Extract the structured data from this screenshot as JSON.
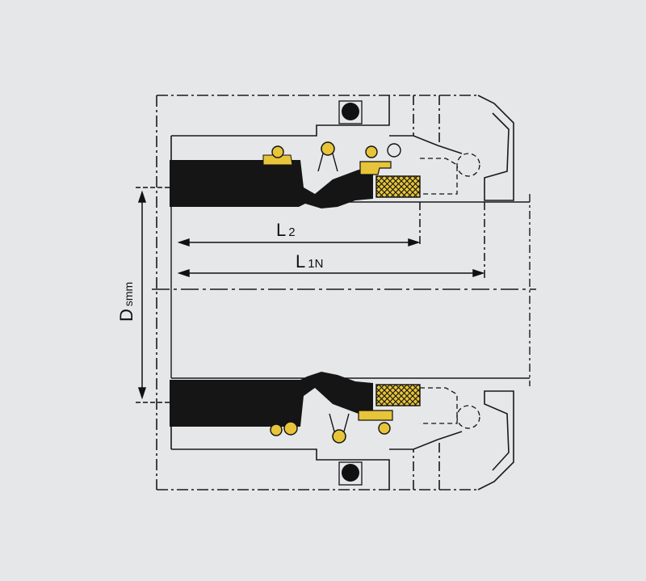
{
  "labels": {
    "l2": "L",
    "l2_sub": "2",
    "l1n": "L",
    "l1n_sub": "1N",
    "ds": "D",
    "ds_sub": "smm"
  },
  "colors": {
    "background": "#e6e7e9",
    "ink": "#111111",
    "rubber": "#151515",
    "brass": "#e7c43a",
    "line": "#1a1a1a"
  }
}
